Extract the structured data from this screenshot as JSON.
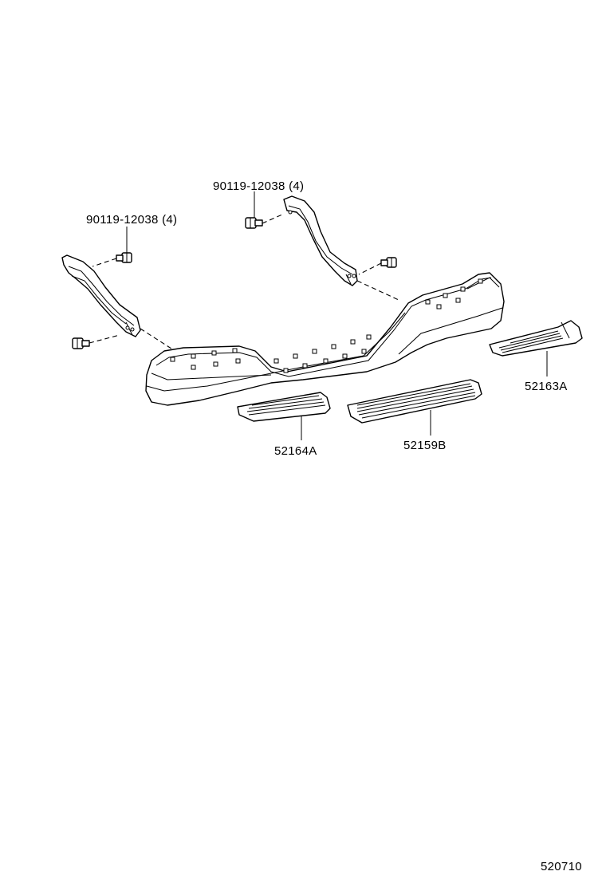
{
  "callouts": {
    "bolt_right": "90119-12038 (4)",
    "bolt_left": "90119-12038 (4)",
    "step_pad_right": "52163A",
    "step_pad_left": "52164A",
    "step_pad_center": "52159B"
  },
  "diagram_id": "520710"
}
